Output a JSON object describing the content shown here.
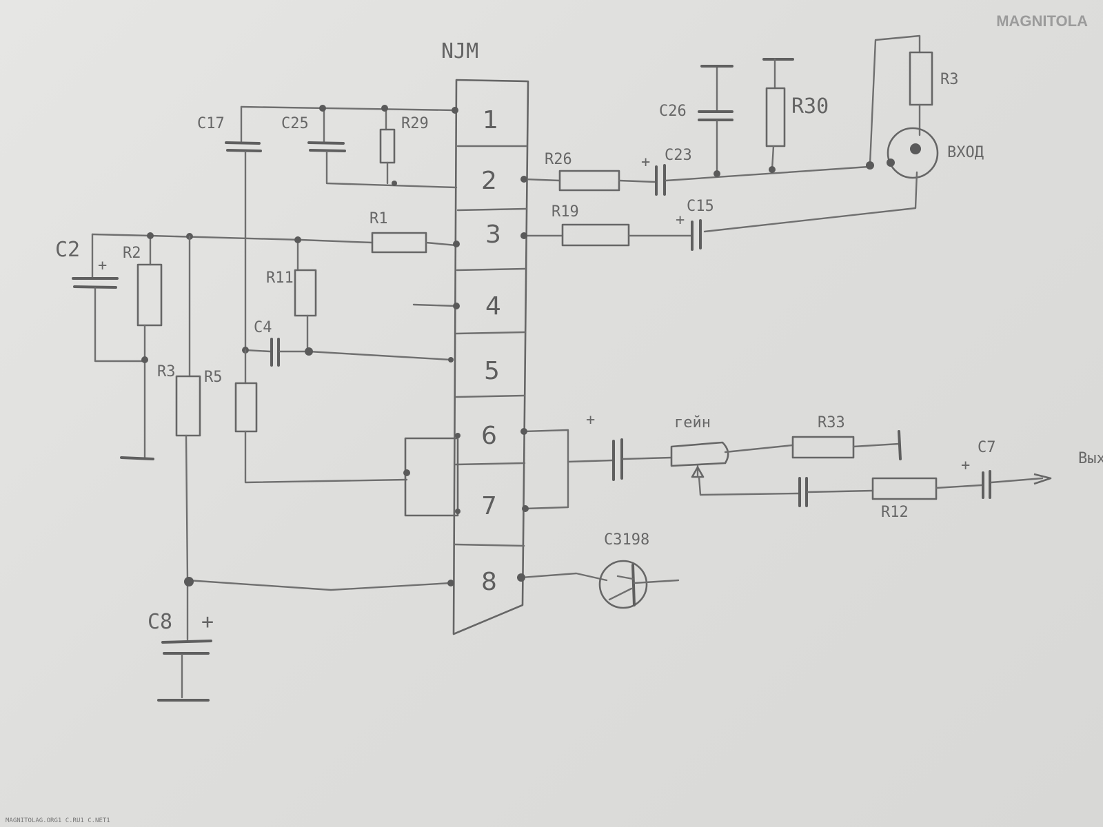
{
  "chip": {
    "name": "NJM",
    "pins": [
      "1",
      "2",
      "3",
      "4",
      "5",
      "6",
      "7",
      "8"
    ]
  },
  "components": {
    "C17": "C17",
    "C25": "C25",
    "R29": "R29",
    "C2": "C2",
    "R2": "R2",
    "R1": "R1",
    "R11": "R11",
    "C4": "C4",
    "R3_left": "R3",
    "R5": "R5",
    "C8": "C8",
    "R26": "R26",
    "C23": "C23",
    "C26": "C26",
    "R30": "R30",
    "R3_right": "R3",
    "R19": "R19",
    "C15": "C15",
    "gain": "гейн",
    "R33": "R33",
    "C7": "C7",
    "R12": "R12",
    "transistor": "C3198"
  },
  "ports": {
    "input": "ВХОД",
    "output": "Вых"
  },
  "symbols": {
    "plus": "+"
  },
  "watermark": {
    "brand": "MAGNITOLA",
    "footer": "MAGNITOLAG.ORG1 C.RU1 C.NET1"
  },
  "colors": {
    "paper": "#e2e2e0",
    "pencil": "#666666"
  }
}
